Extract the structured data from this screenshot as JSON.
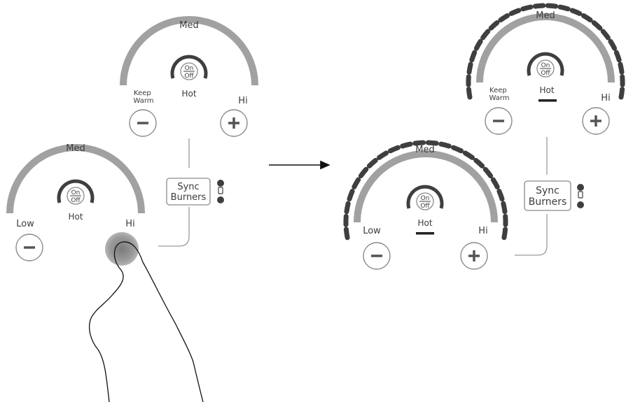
{
  "colors": {
    "arc": "#a1a1a1",
    "dark": "#3f3f3f",
    "outline": "#8a8a8a",
    "text": "#3c3c3c",
    "line": "#9a9a9a",
    "touch": "#9a9a9a"
  },
  "before": {
    "top_burner": {
      "med_label": "Med",
      "left_label_line1": "Keep",
      "left_label_line2": "Warm",
      "hi_label": "Hi",
      "hot_label": "Hot",
      "power_on": "On",
      "power_off": "Off",
      "minus_icon": "minus",
      "plus_icon": "plus"
    },
    "bottom_burner": {
      "med_label": "Med",
      "left_label": "Low",
      "hi_label": "Hi",
      "hot_label": "Hot",
      "power_on": "On",
      "power_off": "Off",
      "minus_icon": "minus"
    },
    "sync_button": {
      "line1": "Sync",
      "line2": "Burners"
    },
    "finger_pressing": "Hi"
  },
  "transition_arrow": "right-arrow",
  "after": {
    "top_burner": {
      "med_label": "Med",
      "left_label_line1": "Keep",
      "left_label_line2": "Warm",
      "hi_label": "Hi",
      "hot_label": "Hot",
      "power_on": "On",
      "power_off": "Off",
      "minus_icon": "minus",
      "plus_icon": "plus",
      "level_lit": "Hi"
    },
    "bottom_burner": {
      "med_label": "Med",
      "left_label": "Low",
      "hi_label": "Hi",
      "hot_label": "Hot",
      "power_on": "On",
      "power_off": "Off",
      "minus_icon": "minus",
      "plus_icon": "plus",
      "level_lit": "Hi"
    },
    "sync_button": {
      "line1": "Sync",
      "line2": "Burners"
    }
  }
}
